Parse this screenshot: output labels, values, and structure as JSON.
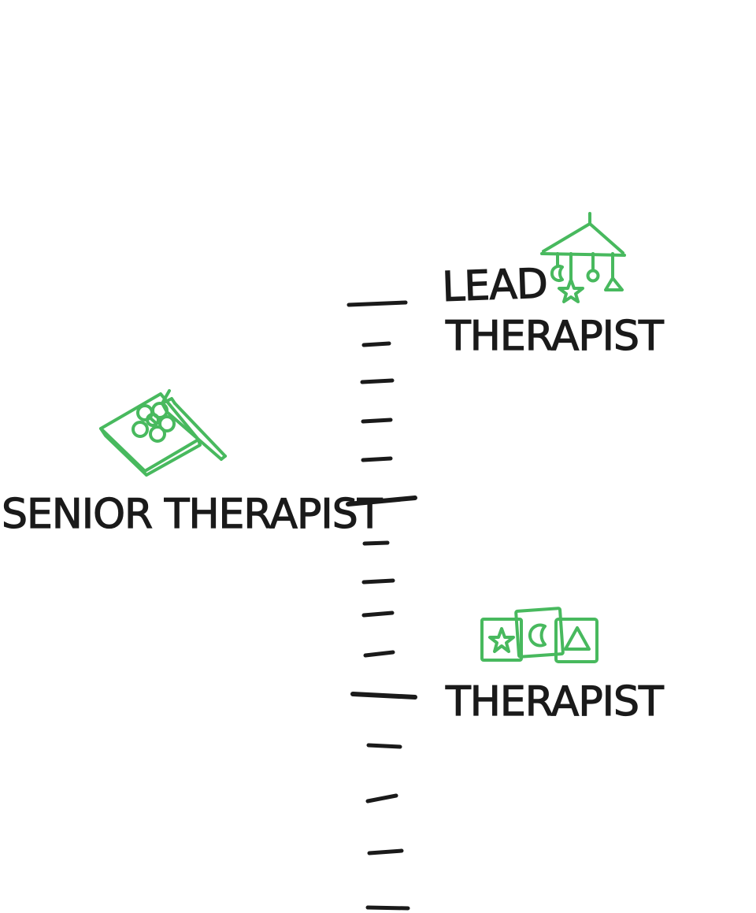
{
  "levels": {
    "lead": {
      "line1": "LEAD",
      "line2": "THERAPIST",
      "icon": "baby-mobile-icon"
    },
    "senior": {
      "label": "SENIOR THERAPIST",
      "icon": "flower-drawing-pad-icon"
    },
    "therapist": {
      "label": "THERAPIST",
      "icon": "shape-blocks-icon"
    }
  },
  "colors": {
    "accent": "#48b95e",
    "ink": "#1a1a1a",
    "background": "#ffffff"
  }
}
